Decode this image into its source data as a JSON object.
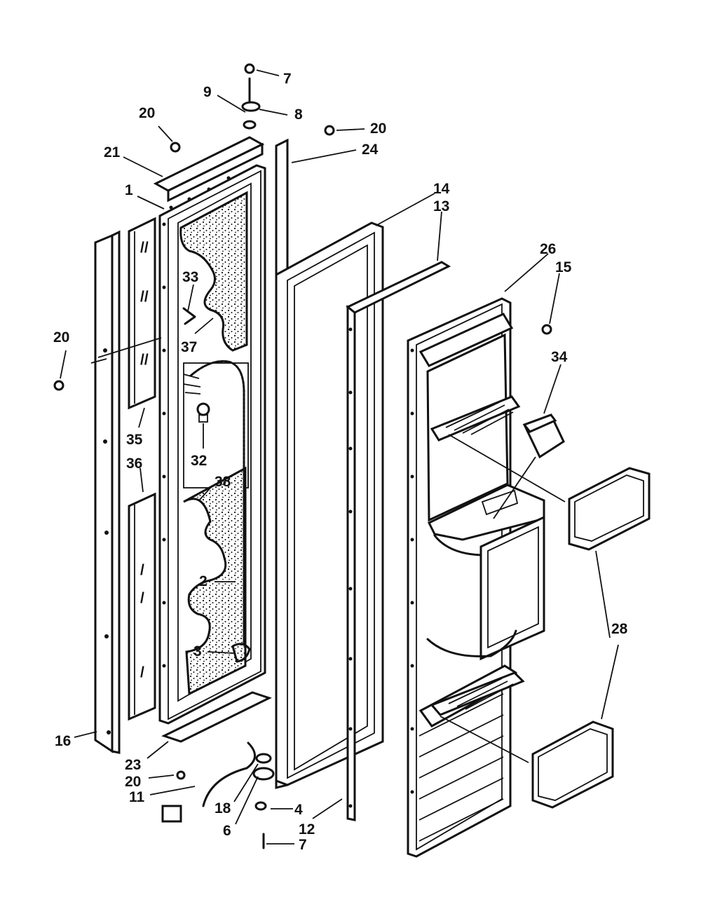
{
  "diagram": {
    "callouts": {
      "c7_top": "7",
      "c9": "9",
      "c8": "8",
      "c20_top_left": "20",
      "c20_top_right": "20",
      "c21": "21",
      "c24": "24",
      "c1": "1",
      "c14": "14",
      "c13": "13",
      "c26": "26",
      "c15": "15",
      "c33": "33",
      "c20_left": "20",
      "c37": "37",
      "c34": "34",
      "c35": "35",
      "c32": "32",
      "c36": "36",
      "c38": "38",
      "c2": "2",
      "c28": "28",
      "c3": "3",
      "c16": "16",
      "c23": "23",
      "c20_bottom": "20",
      "c11": "11",
      "c18": "18",
      "c4": "4",
      "c6": "6",
      "c12": "12",
      "c7_bottom": "7"
    }
  }
}
